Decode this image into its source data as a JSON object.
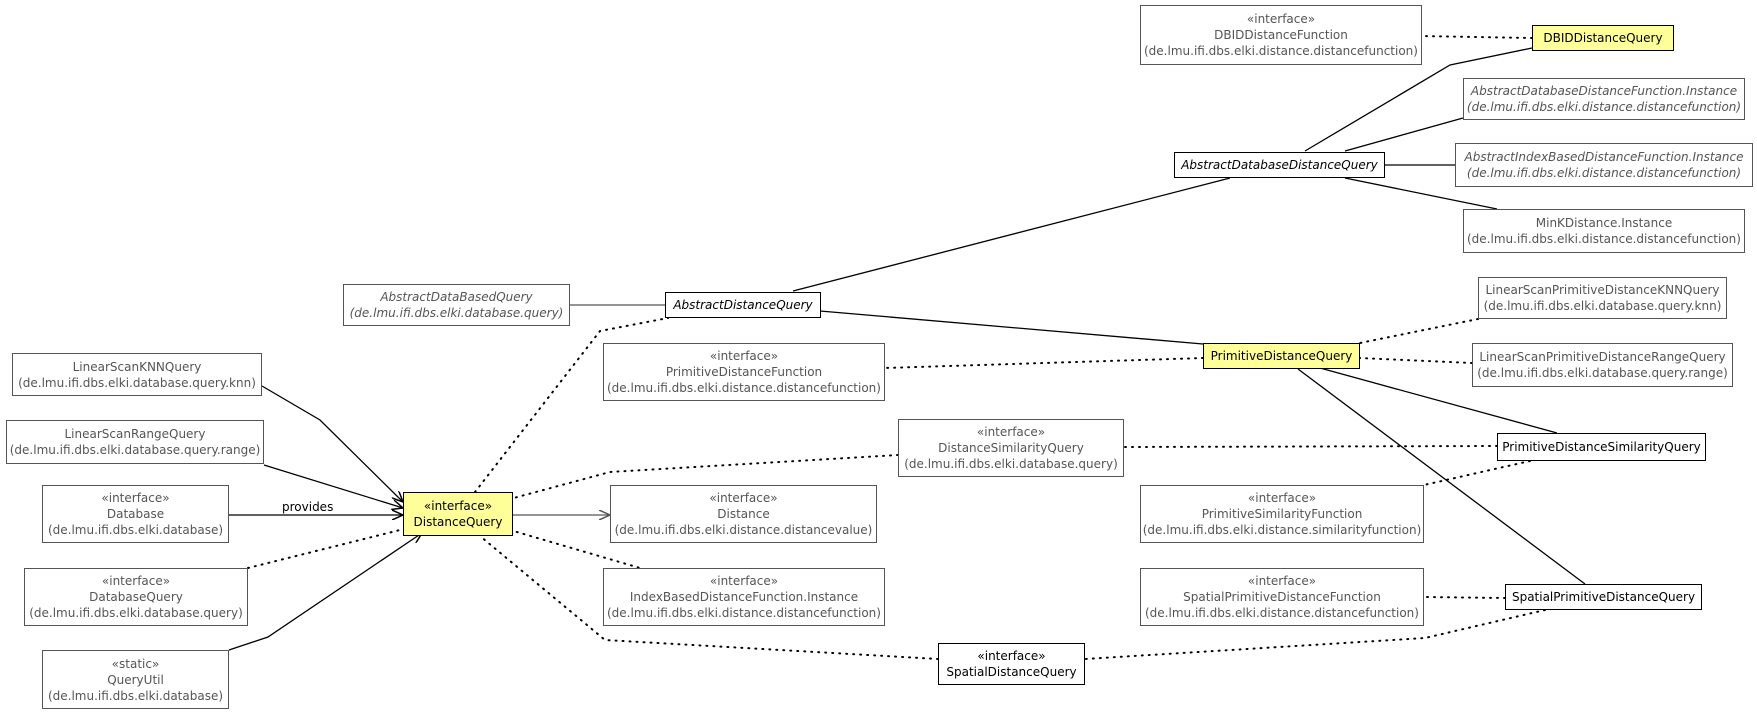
{
  "nodes": {
    "dbid_distance_function": {
      "stereotype": "«interface»",
      "name": "DBIDDistanceFunction",
      "pkg": "(de.lmu.ifi.dbs.elki.distance.distancefunction)"
    },
    "dbid_distance_query": {
      "name": "DBIDDistanceQuery"
    },
    "abstract_db_df_instance": {
      "name": "AbstractDatabaseDistanceFunction.Instance",
      "pkg": "(de.lmu.ifi.dbs.elki.distance.distancefunction)"
    },
    "abstract_idx_df_instance": {
      "name": "AbstractIndexBasedDistanceFunction.Instance",
      "pkg": "(de.lmu.ifi.dbs.elki.distance.distancefunction)"
    },
    "abstract_database_distance_query": {
      "name": "AbstractDatabaseDistanceQuery"
    },
    "mink_distance_instance": {
      "name": "MinKDistance.Instance",
      "pkg": "(de.lmu.ifi.dbs.elki.distance.distancefunction)"
    },
    "abstract_data_based_query": {
      "name": "AbstractDataBasedQuery",
      "pkg": "(de.lmu.ifi.dbs.elki.database.query)"
    },
    "abstract_distance_query": {
      "name": "AbstractDistanceQuery"
    },
    "ls_prim_knn_query": {
      "name": "LinearScanPrimitiveDistanceKNNQuery",
      "pkg": "(de.lmu.ifi.dbs.elki.database.query.knn)"
    },
    "ls_prim_range_query": {
      "name": "LinearScanPrimitiveDistanceRangeQuery",
      "pkg": "(de.lmu.ifi.dbs.elki.database.query.range)"
    },
    "primitive_distance_query": {
      "name": "PrimitiveDistanceQuery"
    },
    "primitive_distance_function": {
      "stereotype": "«interface»",
      "name": "PrimitiveDistanceFunction",
      "pkg": "(de.lmu.ifi.dbs.elki.distance.distancefunction)"
    },
    "ls_knn_query": {
      "name": "LinearScanKNNQuery",
      "pkg": "(de.lmu.ifi.dbs.elki.database.query.knn)"
    },
    "ls_range_query": {
      "name": "LinearScanRangeQuery",
      "pkg": "(de.lmu.ifi.dbs.elki.database.query.range)"
    },
    "distance_similarity_query": {
      "stereotype": "«interface»",
      "name": "DistanceSimilarityQuery",
      "pkg": "(de.lmu.ifi.dbs.elki.database.query)"
    },
    "primitive_distance_similarity_query": {
      "name": "PrimitiveDistanceSimilarityQuery"
    },
    "database": {
      "stereotype": "«interface»",
      "name": "Database",
      "pkg": "(de.lmu.ifi.dbs.elki.database)"
    },
    "distance_query": {
      "stereotype": "«interface»",
      "name": "DistanceQuery"
    },
    "distance": {
      "stereotype": "«interface»",
      "name": "Distance",
      "pkg": "(de.lmu.ifi.dbs.elki.distance.distancevalue)"
    },
    "primitive_similarity_function": {
      "stereotype": "«interface»",
      "name": "PrimitiveSimilarityFunction",
      "pkg": "(de.lmu.ifi.dbs.elki.distance.similarityfunction)"
    },
    "database_query": {
      "stereotype": "«interface»",
      "name": "DatabaseQuery",
      "pkg": "(de.lmu.ifi.dbs.elki.database.query)"
    },
    "idx_df_instance": {
      "stereotype": "«interface»",
      "name": "IndexBasedDistanceFunction.Instance",
      "pkg": "(de.lmu.ifi.dbs.elki.distance.distancefunction)"
    },
    "spatial_primitive_distance_function": {
      "stereotype": "«interface»",
      "name": "SpatialPrimitiveDistanceFunction",
      "pkg": "(de.lmu.ifi.dbs.elki.distance.distancefunction)"
    },
    "spatial_primitive_distance_query": {
      "name": "SpatialPrimitiveDistanceQuery"
    },
    "query_util": {
      "stereotype": "«static»",
      "name": "QueryUtil",
      "pkg": "(de.lmu.ifi.dbs.elki.database)"
    },
    "spatial_distance_query": {
      "stereotype": "«interface»",
      "name": "SpatialDistanceQuery"
    }
  },
  "edge_labels": {
    "provides": "provides"
  },
  "colors": {
    "highlight": "#ffff99",
    "border": "#000000",
    "muted_text": "#555555"
  }
}
